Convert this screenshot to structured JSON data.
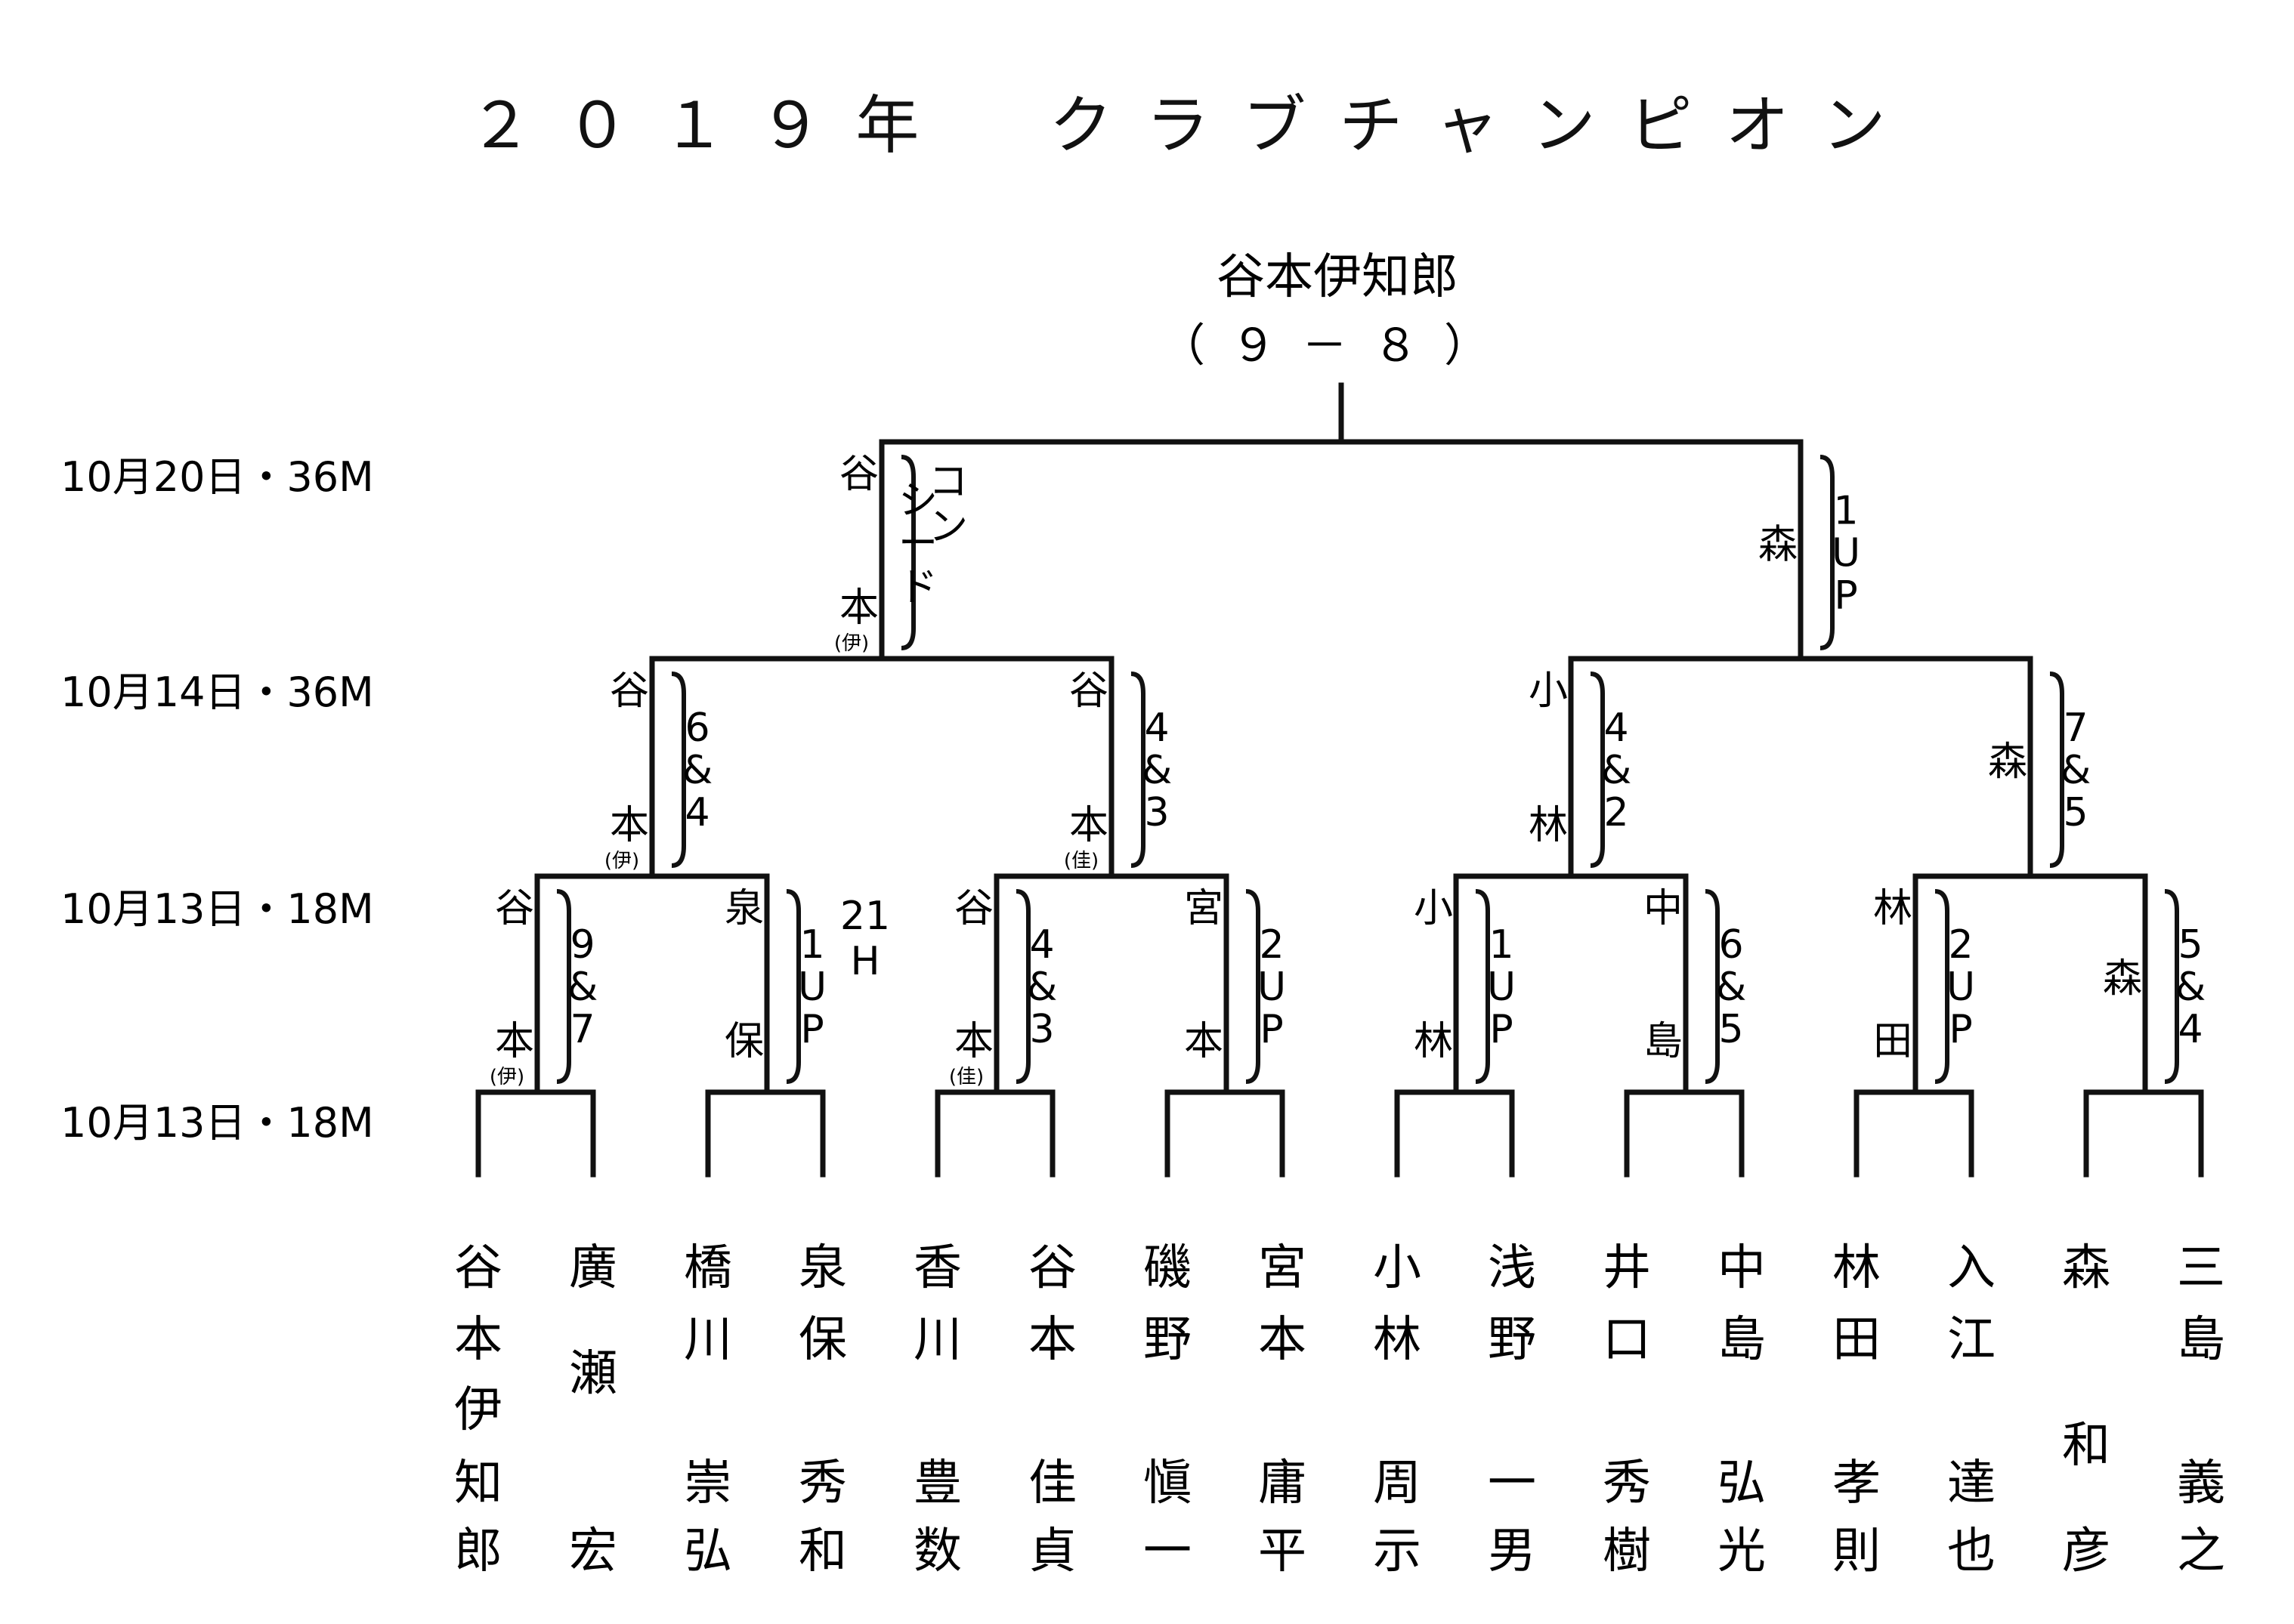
{
  "title": "２０１９年　クラブチャンピオン",
  "champion": "谷本伊知郎",
  "final_score": "（９－８）",
  "round_labels": [
    "10月20日・36M",
    "10月14日・36M",
    "10月13日・18M",
    "10月13日・18M"
  ],
  "players": [
    {
      "surname": "谷本伊",
      "given": "知郎"
    },
    {
      "surname": "廣瀬",
      "given": "宏"
    },
    {
      "surname": "橋川",
      "given": "崇弘"
    },
    {
      "surname": "泉保",
      "given": "秀和"
    },
    {
      "surname": "香川",
      "given": "豊数"
    },
    {
      "surname": "谷本",
      "given": "佳貞"
    },
    {
      "surname": "磯野",
      "given": "愼一"
    },
    {
      "surname": "宮本",
      "given": "庸平"
    },
    {
      "surname": "小林",
      "given": "周示"
    },
    {
      "surname": "浅野",
      "given": "一男"
    },
    {
      "surname": "井口",
      "given": "秀樹"
    },
    {
      "surname": "中島",
      "given": "弘光"
    },
    {
      "surname": "林田",
      "given": "孝則"
    },
    {
      "surname": "入江",
      "given": "達也"
    },
    {
      "surname": "森",
      "given": "和彦"
    },
    {
      "surname": "三島",
      "given": "義之"
    }
  ],
  "round1": [
    {
      "winner": "谷本",
      "note": "伊",
      "score": "9&7"
    },
    {
      "winner": "泉保",
      "note": "",
      "score": "1UP",
      "extra": "21H"
    },
    {
      "winner": "谷本",
      "note": "佳",
      "score": "4&3"
    },
    {
      "winner": "宮本",
      "note": "",
      "score": "2UP"
    },
    {
      "winner": "小林",
      "note": "",
      "score": "1UP"
    },
    {
      "winner": "中島",
      "note": "",
      "score": "6&5"
    },
    {
      "winner": "林田",
      "note": "",
      "score": "2UP"
    },
    {
      "winner": "森",
      "note": "",
      "score": "5&4"
    }
  ],
  "round2": [
    {
      "winner": "谷本",
      "note": "伊",
      "score": "6&4"
    },
    {
      "winner": "谷本",
      "note": "佳",
      "score": "4&3"
    },
    {
      "winner": "小林",
      "note": "",
      "score": "4&2"
    },
    {
      "winner": "森",
      "note": "",
      "score": "7&5"
    }
  ],
  "round3": [
    {
      "winner": "谷本",
      "note": "伊",
      "score": "コンシード"
    },
    {
      "winner": "森",
      "note": "",
      "score": "1UP"
    }
  ]
}
